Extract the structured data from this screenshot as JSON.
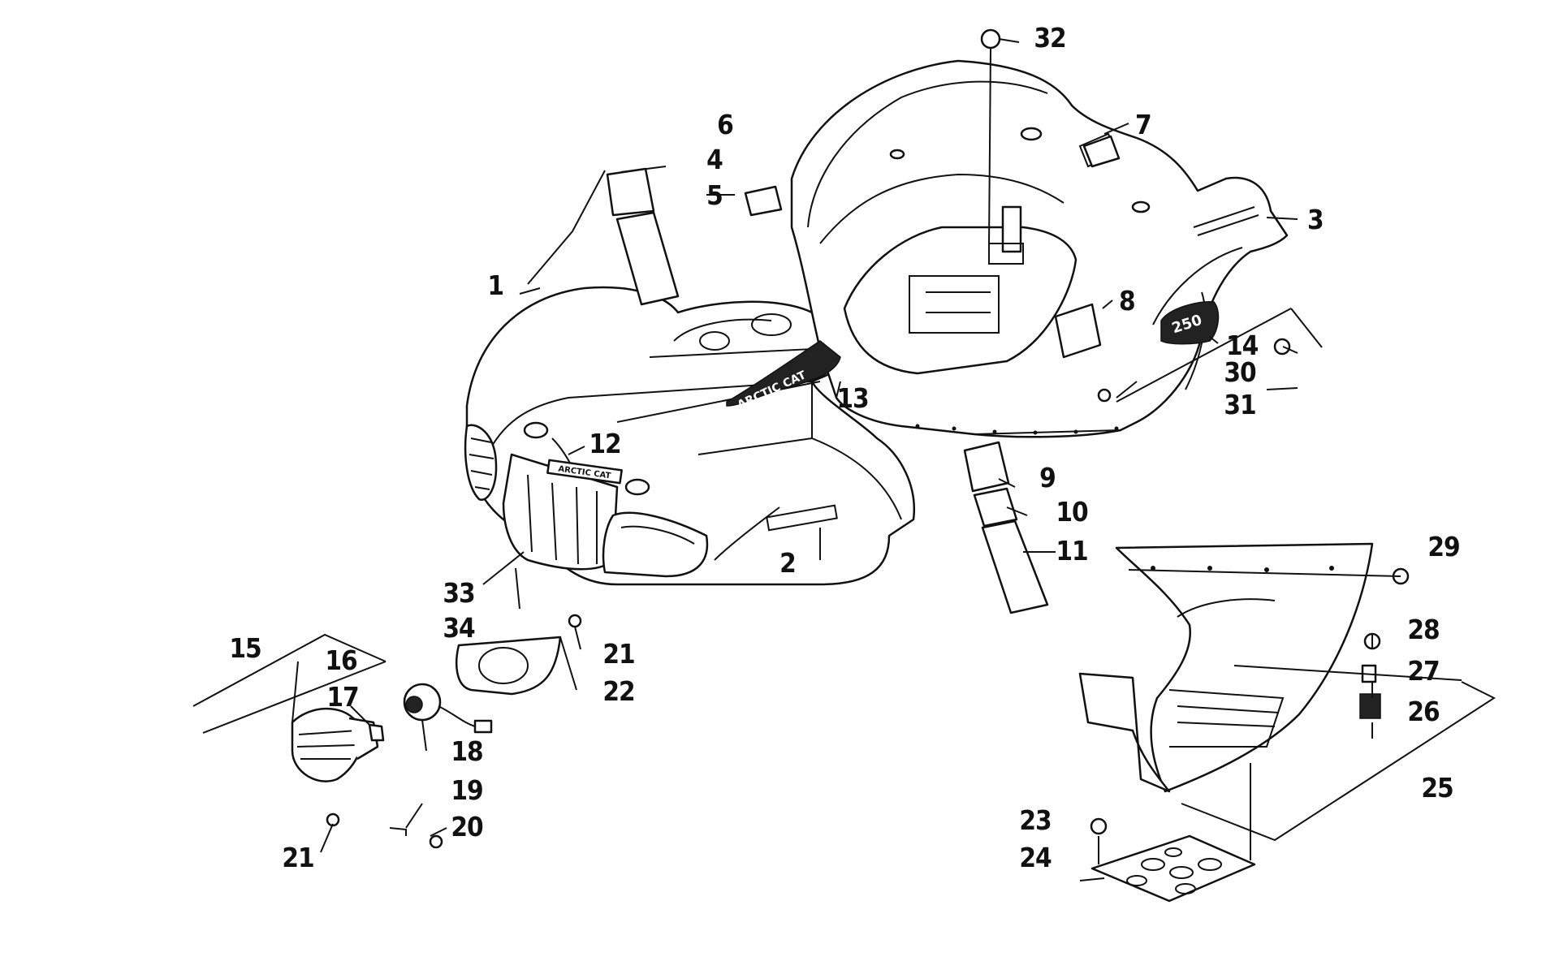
{
  "diagram": {
    "callouts": [
      "1",
      "2",
      "3",
      "4",
      "5",
      "6",
      "7",
      "8",
      "9",
      "10",
      "11",
      "12",
      "13",
      "14",
      "15",
      "16",
      "17",
      "18",
      "19",
      "20",
      "21",
      "21",
      "22",
      "23",
      "24",
      "25",
      "26",
      "27",
      "28",
      "29",
      "30",
      "31",
      "32",
      "33",
      "34"
    ],
    "decal_texts": {
      "fender_decal": "ARCTIC CAT",
      "grille_badge": "ARCTIC CAT",
      "side_badge": "250"
    }
  }
}
